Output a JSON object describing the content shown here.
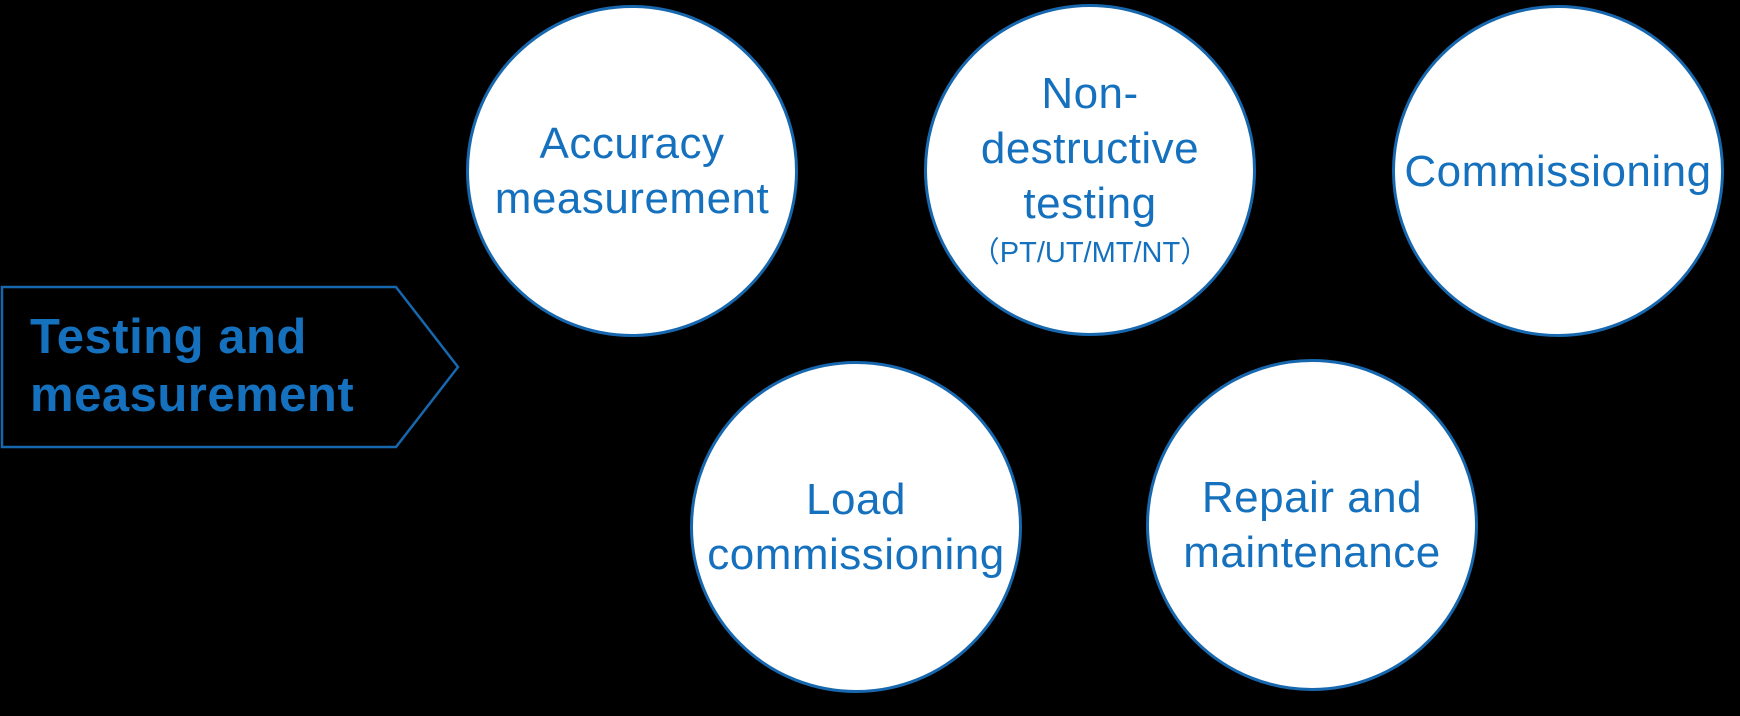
{
  "colors": {
    "background": "#000000",
    "text_blue": "#1571BE",
    "border_blue": "#1767AE",
    "circle_fill": "#FFFFFF"
  },
  "category": {
    "lines": [
      "Testing and",
      "measurement"
    ]
  },
  "services": [
    {
      "name": "accuracy-measurement",
      "lines": [
        "Accuracy",
        "measurement"
      ]
    },
    {
      "name": "non-destructive-testing",
      "lines": [
        "Non-",
        "destructive",
        "testing"
      ],
      "subline": "（PT/UT/MT/NT）"
    },
    {
      "name": "commissioning",
      "lines": [
        "Commissioning"
      ]
    },
    {
      "name": "load-commissioning",
      "lines": [
        "Load",
        "commissioning"
      ]
    },
    {
      "name": "repair-and-maintenance",
      "lines": [
        "Repair and",
        "maintenance"
      ]
    }
  ]
}
